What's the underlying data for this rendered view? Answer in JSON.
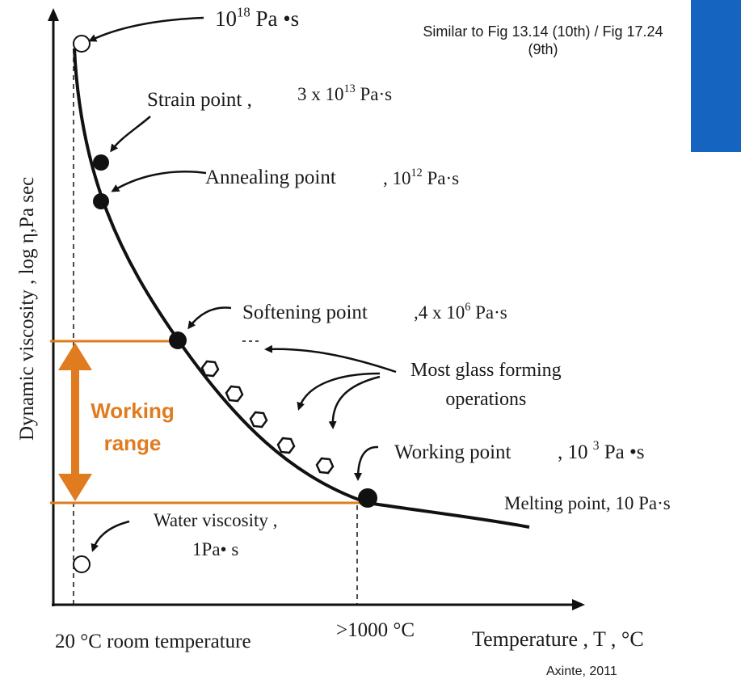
{
  "caption": {
    "line1": "Similar to Fig 13.14 (10th) / Fig 17.24",
    "line2": "(9th)"
  },
  "axes": {
    "ylabel": "Dynamic viscosity , log η,Pa sec",
    "xlabel": "Temperature , T , °C",
    "x_tick_left": "20 °C room temperature",
    "x_tick_right": ">1000 °C"
  },
  "points": {
    "top": {
      "value_base": "10",
      "value_exp": "18",
      "unit": " Pa •s"
    },
    "strain": {
      "label": "Strain point ,",
      "value_base": "3 x 10",
      "value_exp": "13",
      "unit": " Pa·s"
    },
    "annealing": {
      "label": "Annealing point",
      "value_base": ", 10",
      "value_exp": "12",
      "unit": " Pa·s"
    },
    "softening": {
      "label": "Softening point",
      "value_base": ",4 x 10",
      "value_exp": "6",
      "unit": " Pa·s"
    },
    "working": {
      "label": "Working point",
      "value_base": ", 10 ",
      "value_exp": "3",
      "unit": " Pa •s"
    },
    "melting": {
      "label": "Melting point, 10 Pa·s"
    },
    "water": {
      "line1": "Water viscosity ,",
      "line2": "1Pa• s"
    }
  },
  "annotations": {
    "glass_ops_line1": "Most glass forming",
    "glass_ops_line2": "operations",
    "working_range_line1": "Working",
    "working_range_line2": "range"
  },
  "credit": "Axinte, 2011",
  "colors": {
    "accent_orange": "#e07b1f",
    "corner_blue": "#1565c0",
    "ink": "#111111"
  }
}
